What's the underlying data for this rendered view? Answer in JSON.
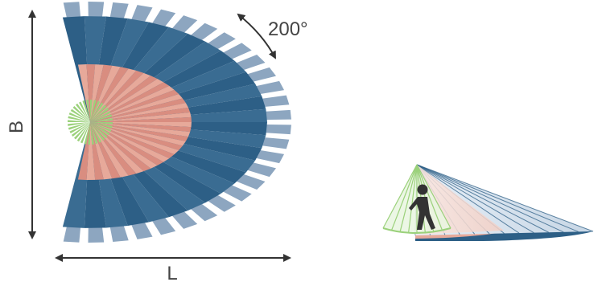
{
  "diagram": {
    "angle_label": "200°",
    "width_label": "B",
    "length_label": "L",
    "colors": {
      "outer_zone": "#2d5f86",
      "outer_zone_light": "#8da6c0",
      "inner_zone": "#e7a99a",
      "inner_zone_light": "#f3d3c8",
      "near_zone": "#9bd17b",
      "arrow": "#333333",
      "person": "#333333"
    }
  }
}
